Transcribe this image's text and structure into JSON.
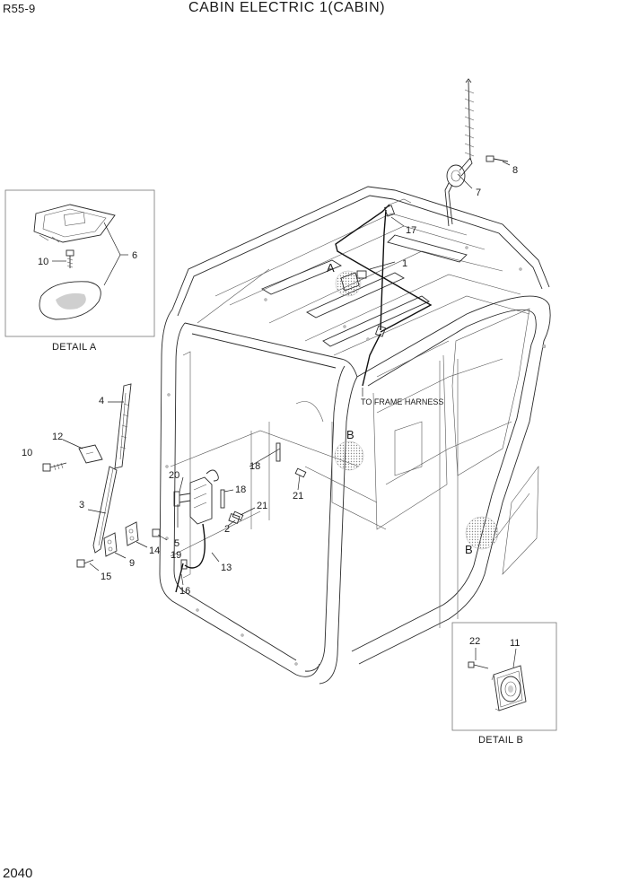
{
  "header": {
    "model": "R55-9",
    "title": "CABIN ELECTRIC 1(CABIN)"
  },
  "page_number": "2040",
  "detail_a": {
    "caption": "DETAIL A",
    "callouts": [
      "6",
      "10"
    ]
  },
  "detail_b": {
    "caption": "DETAIL B",
    "callouts": [
      "22",
      "11"
    ]
  },
  "view_markers": {
    "a": "A",
    "b_upper": "B",
    "b_lower": "B"
  },
  "annotation": "TO FRAME HARNESS",
  "callouts": {
    "c1": "1",
    "c2": "2",
    "c3": "3",
    "c4": "4",
    "c5": "5",
    "c7": "7",
    "c8": "8",
    "c9": "9",
    "c10": "10",
    "c12": "12",
    "c13": "13",
    "c14": "14",
    "c15": "15",
    "c16": "16",
    "c17": "17",
    "c18a": "18",
    "c18b": "18",
    "c19": "19",
    "c20": "20",
    "c21a": "21",
    "c21b": "21"
  }
}
